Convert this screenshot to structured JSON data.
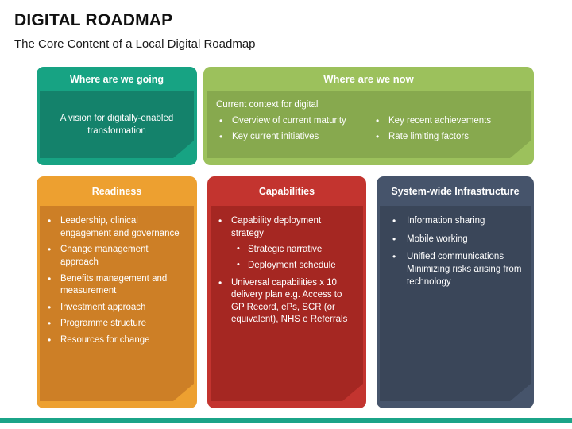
{
  "header": {
    "title": "DIGITAL ROADMAP",
    "subtitle": "The Core Content of a Local Digital Roadmap"
  },
  "colors": {
    "teal_header": "#17a383",
    "teal_body": "#14826b",
    "green_header": "#9cc15c",
    "green_body": "#87a94e",
    "orange_header": "#eda030",
    "orange_body": "#cd7f26",
    "red_header": "#c3342f",
    "red_body": "#a52722",
    "navy_header": "#46546b",
    "navy_body": "#3a4659",
    "footer_bar": "#1ba488",
    "title_text": "#111111",
    "card_text": "#ffffff"
  },
  "cards": {
    "vision": {
      "title": "Where are we going",
      "body_text": "A vision for digitally-enabled transformation"
    },
    "now": {
      "title": "Where are we now",
      "lead": "Current context for digital",
      "bullets_left": [
        "Overview of current maturity",
        "Key current initiatives"
      ],
      "bullets_right": [
        "Key recent achievements",
        "Rate limiting factors"
      ]
    },
    "readiness": {
      "title": "Readiness",
      "bullets": [
        "Leadership, clinical engagement and governance",
        "Change management approach",
        "Benefits management and measurement",
        "Investment approach",
        "Programme structure",
        "Resources for change"
      ]
    },
    "capabilities": {
      "title": "Capabilities",
      "bullet_1": "Capability deployment strategy",
      "sub_bullets": [
        "Strategic narrative",
        "Deployment schedule"
      ],
      "bullet_2": "Universal capabilities x 10 delivery plan e.g. Access to GP Record, ePs, SCR (or equivalent), NHS e Referrals"
    },
    "infrastructure": {
      "title": "System-wide Infrastructure",
      "bullets": [
        "Information sharing",
        "Mobile working",
        "Unified communications Minimizing risks arising from technology"
      ]
    }
  }
}
